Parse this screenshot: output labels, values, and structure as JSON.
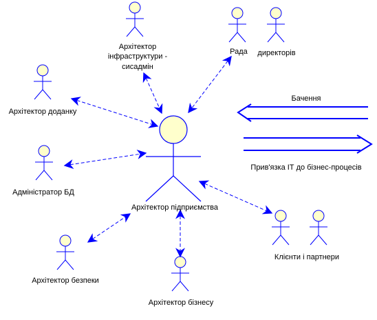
{
  "colors": {
    "actor_fill": "#ffffcc",
    "actor_stroke": "#0000ff",
    "arrow": "#0000ff",
    "text": "#000000"
  },
  "labels": {
    "infra_line1": "Архітектор",
    "infra_line2": "інфраструктури -",
    "infra_line3": "сисадмін",
    "board": "Рада",
    "directors": "директорів",
    "app_architect": "Архітектор доданку",
    "dba": "Адміністратор БД",
    "enterprise_architect": "Архітектор підприємства",
    "security_architect": "Архітектор безпеки",
    "business_architect": "Архітектор бізнесу",
    "clients_partners": "Клієнти і партнери",
    "legend_view": "Бачення",
    "legend_binding": "Прив'язка ІТ до бізнес-процесів"
  }
}
